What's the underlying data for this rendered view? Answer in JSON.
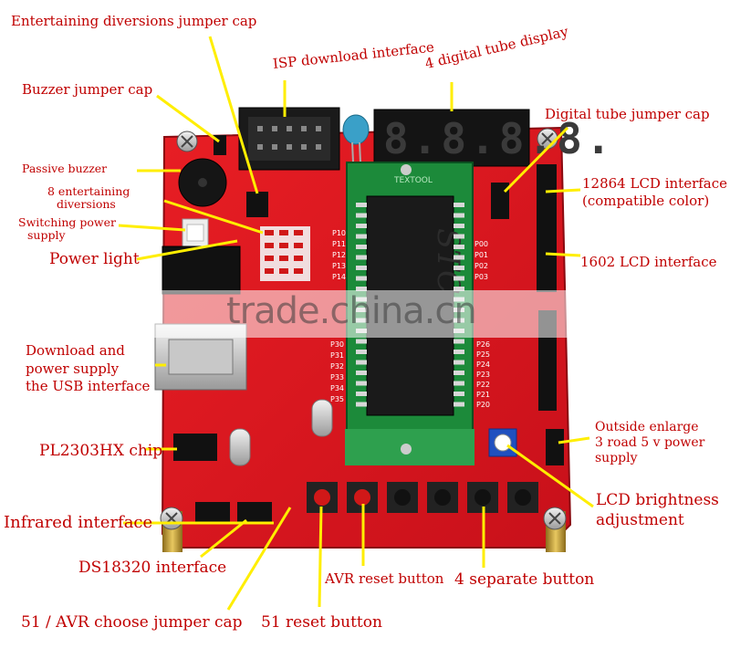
{
  "labels": {
    "entertaining_jumper": "Entertaining diversions jumper cap",
    "isp": "ISP download interface",
    "tube_display": "4 digital tube display",
    "buzzer_jumper": "Buzzer jumper cap",
    "tube_jumper": "Digital tube jumper cap",
    "passive_buzzer": "Passive buzzer",
    "eight_div_1": "8 entertaining",
    "eight_div_2": "diversions",
    "lcd12864_1": "12864 LCD interface",
    "lcd12864_2": "(compatible color)",
    "switch_power_1": "Switching power",
    "switch_power_2": "supply",
    "power_light": "Power light",
    "lcd1602": "1602 LCD interface",
    "download_1": "Download and",
    "download_2": "power supply",
    "download_3": "the USB interface",
    "outside_1": "Outside enlarge",
    "outside_2": "3 road 5 v power",
    "outside_3": "supply",
    "pl2303": "PL2303HX chip",
    "lcd_bright_1": "LCD brightness",
    "lcd_bright_2": "adjustment",
    "infrared": "Infrared interface",
    "ds18320": "DS18320 interface",
    "avr_reset": "AVR reset button",
    "sep_button": "4 separate button",
    "choose_jumper": "51 / AVR choose jumper cap",
    "reset51": "51 reset button"
  },
  "board": {
    "chip_text": "STC",
    "socket_brand": "TEXTOOL",
    "display_digits": "8.8.8.8.",
    "port_labels_left": [
      "P10",
      "P11",
      "P12",
      "P13",
      "P14"
    ],
    "port_labels_left2": [
      "P30",
      "P31",
      "P32",
      "P33",
      "P34",
      "P35"
    ],
    "port_labels_right": [
      "P00",
      "P01",
      "P02",
      "P03"
    ],
    "port_labels_right2": [
      "P26",
      "P25",
      "P24",
      "P23",
      "P22",
      "P21",
      "P20"
    ]
  },
  "watermark": "trade.china.cn",
  "colors": {
    "label_red": "#c00000",
    "board_red": "#d8141a",
    "leader_yellow": "#ffee00"
  }
}
